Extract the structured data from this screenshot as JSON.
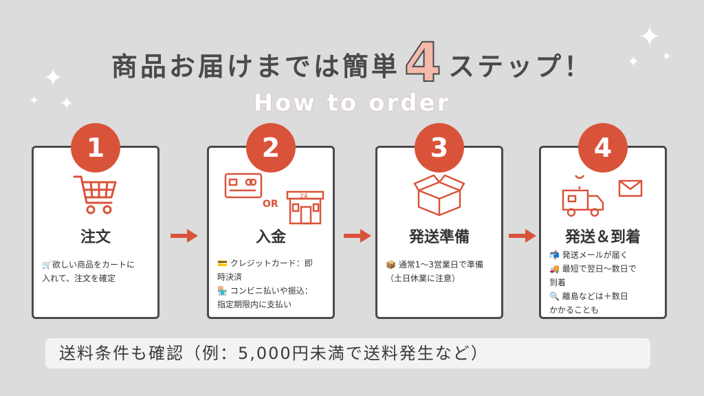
{
  "title": {
    "before": "商品お届けまでは簡単",
    "number": "4",
    "after": "ステップ！"
  },
  "subtitle": "How to order",
  "steps": [
    {
      "number": "1",
      "title": "注文",
      "lines": [
        "🛒欲しい商品をカートに",
        "入れて、注文を確定"
      ]
    },
    {
      "number": "2",
      "title": "入金",
      "or_label": "OR",
      "store_sign": "24",
      "lines": [
        "💳 クレジットカード：即",
        "時決済",
        "🏪 コンビニ払いや振込：",
        "指定期限内に支払い"
      ]
    },
    {
      "number": "3",
      "title": "発送準備",
      "lines": [
        "📦 通常1〜3営業日で準備",
        "（土日休業に注意）"
      ]
    },
    {
      "number": "4",
      "title": "発送＆到着",
      "lines": [
        "📬 発送メールが届く",
        "🚚 最短で翌日〜数日で",
        "到着",
        "🔍 離島などは＋数日",
        "かかることも"
      ]
    }
  ],
  "footer": "送料条件も確認（例：5,000円未満で送料発生など）",
  "colors": {
    "accent": "#d9533a",
    "background": "#dcdcdc",
    "border": "#4a4a4a"
  },
  "icons": [
    "cart-icon",
    "credit-card-icon",
    "convenience-store-icon",
    "box-icon",
    "truck-icon",
    "envelope-icon",
    "arrow-right-icon",
    "sparkle-icon"
  ]
}
